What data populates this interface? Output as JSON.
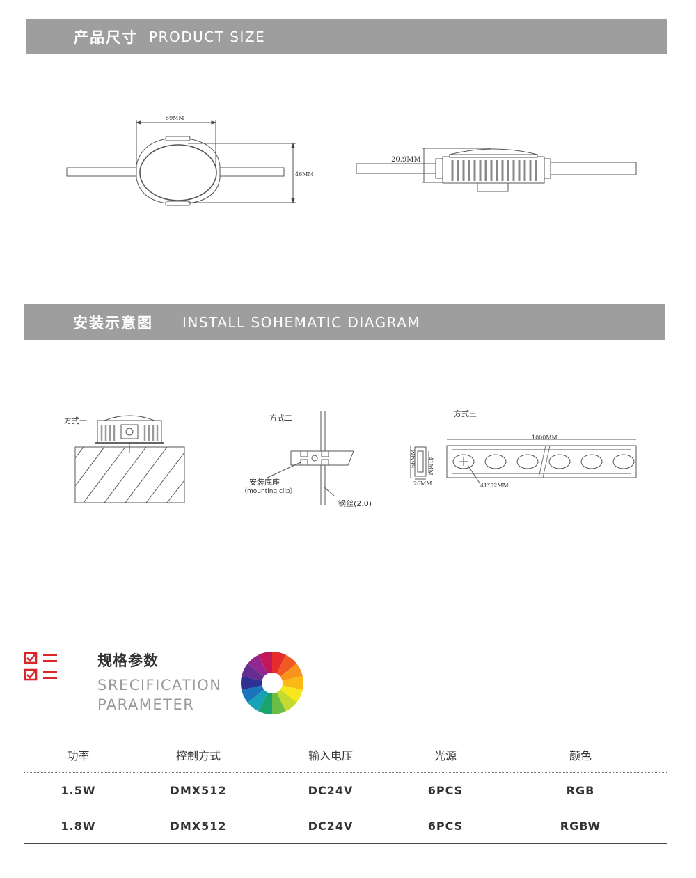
{
  "sections": {
    "product_size": {
      "title_cn": "产品尺寸",
      "title_en": "PRODUCT SIZE"
    },
    "install": {
      "title_cn": "安装示意图",
      "title_en": "INSTALL SOHEMATIC DIAGRAM"
    }
  },
  "product_dims": {
    "width": "59MM",
    "height": "46MM",
    "depth": "20.9MM"
  },
  "install": {
    "method1": "方式一",
    "method2": "方式二",
    "method3": "方式三",
    "mount_clip_cn": "安装底座",
    "mount_clip_en": "（mounting clip）",
    "wire": "钢丝(2.0)",
    "dim_length": "1000MM",
    "dim_height": "66MM",
    "dim_inner": "41MM",
    "dim_depth": "26MM",
    "dim_hole": "41*52MM"
  },
  "spec": {
    "title_cn": "规格参数",
    "title_en_line1": "SRECIFICATION",
    "title_en_line2": "PARAMETER",
    "headers": [
      "功率",
      "控制方式",
      "输入电压",
      "光源",
      "颜色"
    ],
    "rows": [
      [
        "1.5W",
        "DMX512",
        "DC24V",
        "6PCS",
        "RGB"
      ],
      [
        "1.8W",
        "DMX512",
        "DC24V",
        "6PCS",
        "RGBW"
      ]
    ]
  },
  "colors": {
    "banner": "#9e9e9e",
    "accent_red": "#d9262b"
  },
  "icons": {
    "checklist": "checklist-icon",
    "color_wheel": "color-wheel-icon"
  }
}
